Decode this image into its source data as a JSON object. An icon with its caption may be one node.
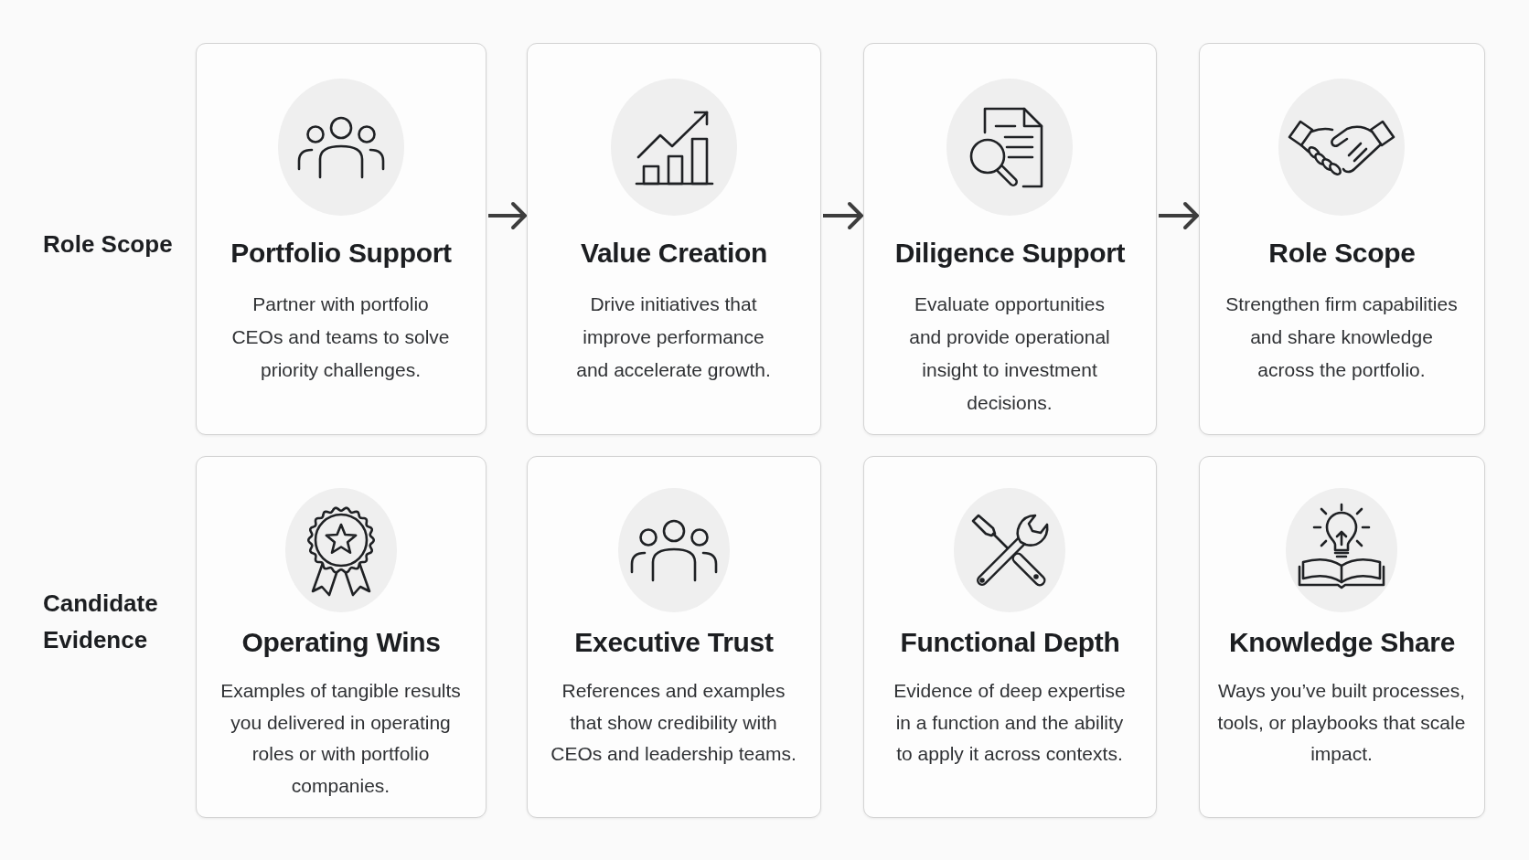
{
  "diagram": {
    "nodes": [
      {
        "text": [
          "Portfolio Support",
          "Partner with portfolio CEOs and teams to solve priority challenges."
        ]
      },
      {
        "text": [
          "Value Creation",
          "Drive initiatives that improve performance and accelerate growth."
        ]
      },
      {
        "text": [
          "Diligence Support",
          "Evaluate opportunities and provide operational insight to investment decisions."
        ]
      },
      {
        "text": [
          "Role Scope",
          "Strengthen firm capabilities and share knowledge across the portfolio."
        ]
      },
      {
        "text": [
          "Operating Wins",
          "Examples of tangible results you delivered in operating roles or with portfolio companies."
        ]
      },
      {
        "text": [
          "Executive Trust",
          "References and examples that show credibility with CEOs and leadership teams."
        ]
      },
      {
        "text": [
          "Functional Depth",
          "Evidence of deep expertise in a function and the ability to apply it across contexts."
        ]
      },
      {
        "text": [
          "Knowledge Share",
          "Ways you’ve built processes, tools, or playbooks that scale impact."
        ]
      }
    ],
    "edges": [
      {
        "from": 0,
        "to": 1,
        "arrow": "to"
      },
      {
        "from": 1,
        "to": 2,
        "arrow": "to"
      },
      {
        "from": 2,
        "to": 3,
        "arrow": "to"
      }
    ],
    "labels": [
      "Role Scope",
      "Candidate Evidence"
    ]
  }
}
